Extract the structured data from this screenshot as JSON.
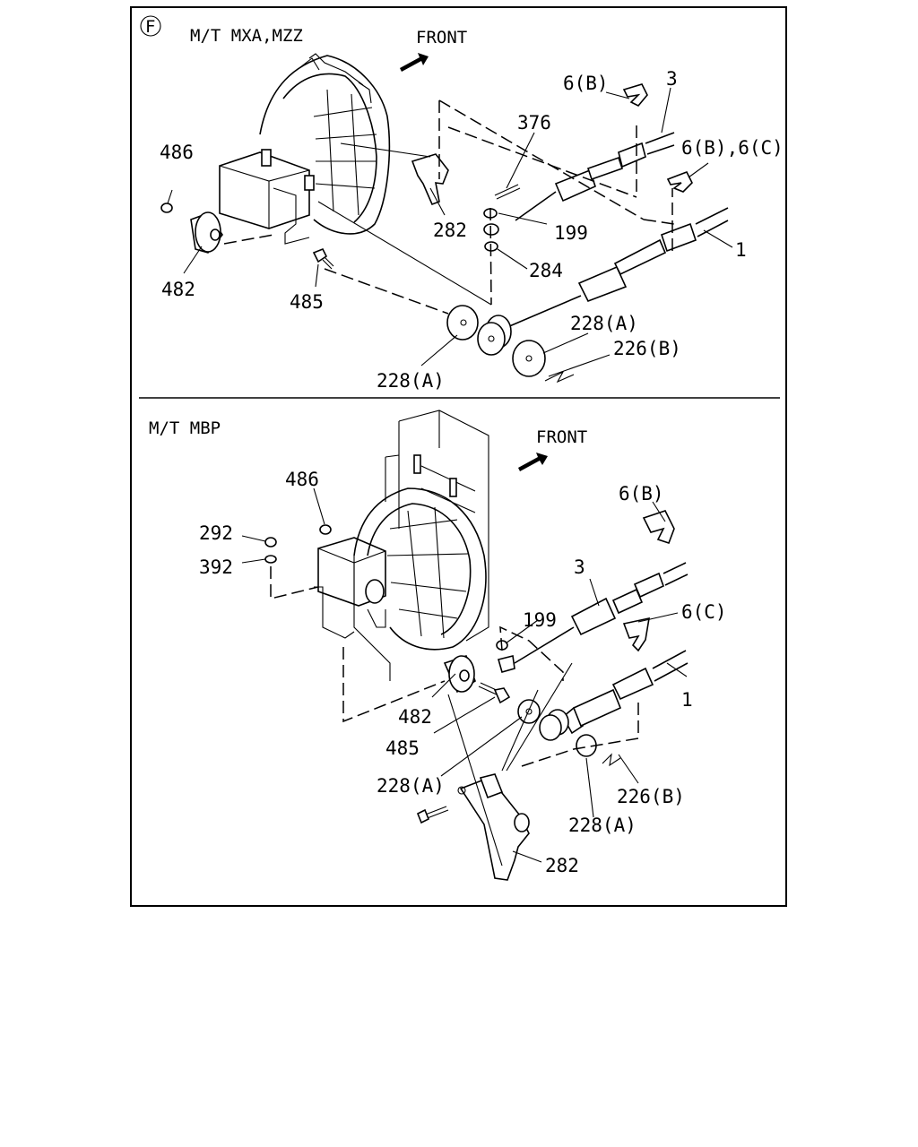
{
  "sections": [
    {
      "marker": "F",
      "title": "M/T MXA,MZZ",
      "front_label": "FRONT",
      "callouts": {
        "c486": "486",
        "c482": "482",
        "c485": "485",
        "c376": "376",
        "c282": "282",
        "c199": "199",
        "c284": "284",
        "c6b": "6(B)",
        "c3": "3",
        "c6bc": "6(B),6(C)",
        "c1": "1",
        "c228a_right": "228(A)",
        "c226b": "226(B)",
        "c228a_left": "228(A)"
      }
    },
    {
      "title": "M/T MBP",
      "front_label": "FRONT",
      "callouts": {
        "c486": "486",
        "c292": "292",
        "c392": "392",
        "c6b": "6(B)",
        "c3": "3",
        "c199": "199",
        "c6c": "6(C)",
        "c1": "1",
        "c482": "482",
        "c485": "485",
        "c228a_left": "228(A)",
        "c226b": "226(B)",
        "c228a_right": "228(A)",
        "c282": "282"
      }
    }
  ]
}
